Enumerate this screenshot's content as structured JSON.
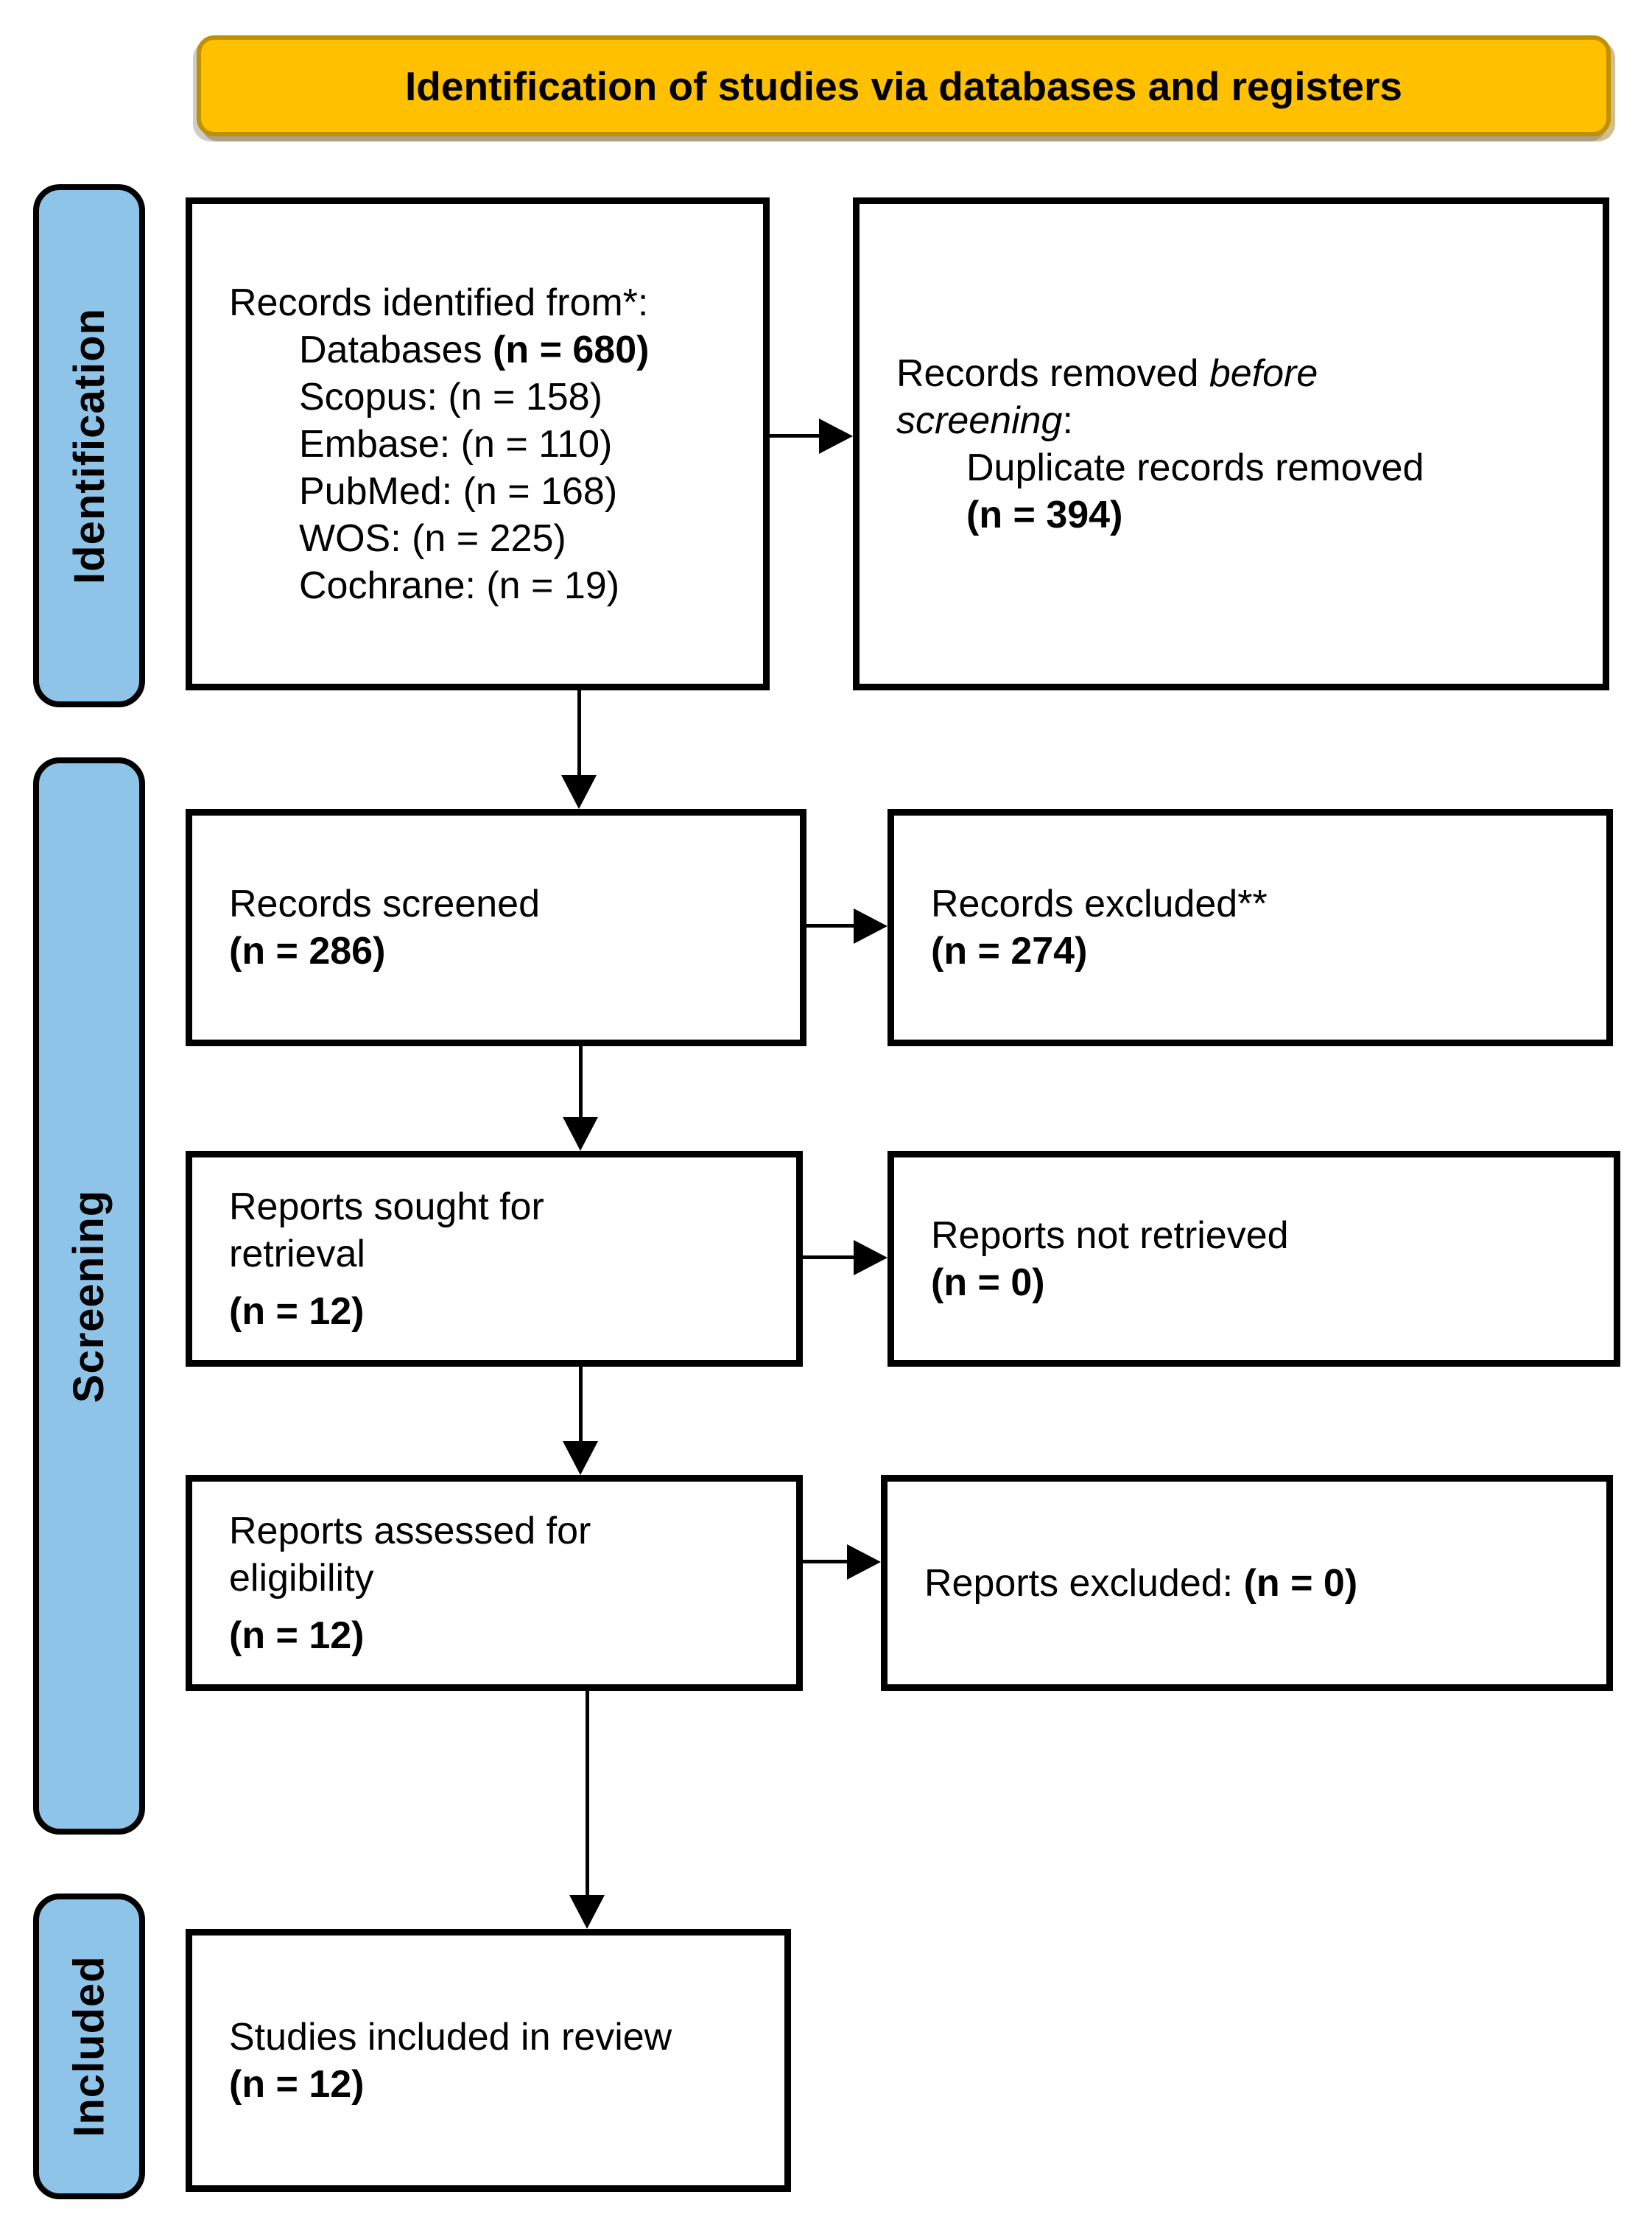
{
  "header": {
    "title": "Identification of studies via databases and registers"
  },
  "stages": {
    "identification": "Identification",
    "screening": "Screening",
    "included": "Included"
  },
  "colors": {
    "header_fill": "#FFC000",
    "header_border": "#BF9000",
    "stage_fill": "#8FC4E9",
    "line": "#000000"
  },
  "boxes": {
    "identified": {
      "title": "Records identified from*:",
      "databases_label": "Databases ",
      "databases_n": "(n = 680)",
      "sources": [
        "Scopus: (n = 158)",
        "Embase: (n = 110)",
        "PubMed: (n = 168)",
        "WOS: (n = 225)",
        "Cochrane: (n = 19)"
      ]
    },
    "removed": {
      "line1_regular": "Records removed ",
      "line1_italic": "before",
      "line2_italic": "screening",
      "line2_suffix": ":",
      "detail": "Duplicate records removed",
      "n": "(n = 394)"
    },
    "screened": {
      "label": "Records screened",
      "n": "(n = 286)"
    },
    "records_excluded": {
      "label": "Records excluded**",
      "n": "(n = 274)"
    },
    "sought": {
      "line1": "Reports sought for",
      "line2": "retrieval",
      "n": "(n = 12)"
    },
    "not_retrieved": {
      "label": "Reports not retrieved",
      "n": "(n = 0)"
    },
    "assessed": {
      "line1": "Reports assessed for",
      "line2": "eligibility",
      "n": "(n = 12)"
    },
    "reports_excluded": {
      "label": "Reports excluded: ",
      "n": "(n = 0)"
    },
    "included": {
      "label": "Studies included in review",
      "n": "(n = 12)"
    }
  }
}
